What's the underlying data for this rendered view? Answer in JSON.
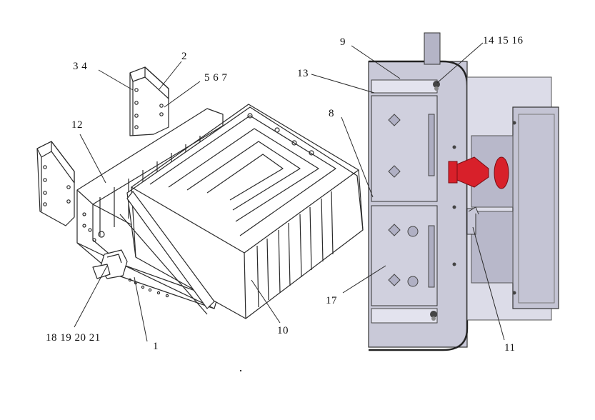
{
  "callouts": {
    "c_3_4": "3 4",
    "c_2": "2",
    "c_5_6_7": "5 6 7",
    "c_12": "12",
    "c_18_19_20_21": "18 19 20 21",
    "c_1": "1",
    "c_10": "10",
    "c_9": "9",
    "c_14_15_16": "14 15 16",
    "c_13": "13",
    "c_8": "8",
    "c_17": "17",
    "c_11": "11"
  },
  "colors": {
    "line": "#2a2a2a",
    "panel_fill": "#c9c9d8",
    "panel_dark": "#9d9db0",
    "panel_light": "#e3e3ee",
    "accent_red": "#d8202a"
  }
}
